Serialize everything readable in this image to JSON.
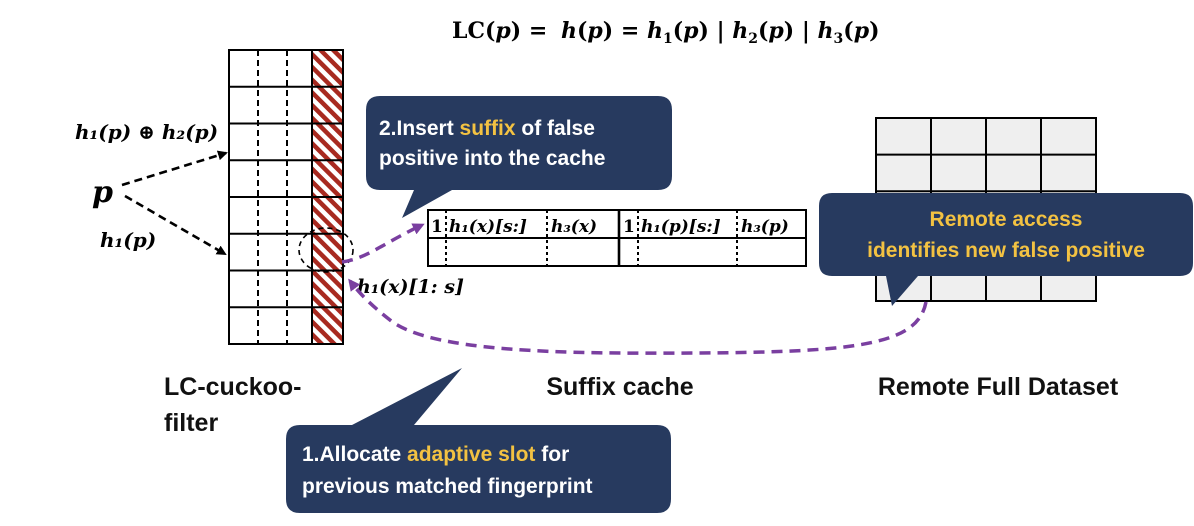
{
  "formula": {
    "lc": "LC(",
    "p": "p",
    "close_eq": ") = ",
    "h": "h",
    "h1": "h",
    "sub1": "1",
    "sub2": "2",
    "sub3": "3",
    "bar": " | "
  },
  "left_labels": {
    "h1_xor_h2": "h₁(p) ⊕ h₂(p)",
    "p": "p",
    "h1p": "h₁(p)",
    "h1x_prefix": "h₁(x)[1: s]"
  },
  "cache_cells": {
    "one": "1",
    "h1x_suffix": "h₁(x)[s:]",
    "h3x": "h₃(x)",
    "h1p_suffix": "h₁(p)[s:]",
    "h3p": "h₃(p)"
  },
  "section_labels": {
    "filter_line1": "LC-cuckoo-",
    "filter_line2": "filter",
    "suffix_cache": "Suffix cache",
    "remote": "Remote Full Dataset"
  },
  "callouts": {
    "insert": {
      "num": "2.",
      "pre": "Insert ",
      "highlight": "suffix",
      "post": " of false",
      "line2": "positive into the cache"
    },
    "remote": {
      "line1": "Remote access",
      "line2": "identifies new false positive"
    },
    "allocate": {
      "num": "1.",
      "pre": "Allocate ",
      "highlight": "adaptive slot",
      "post": " for",
      "line2": "previous matched fingerprint"
    }
  },
  "colors": {
    "callout_bg": "#273a5f",
    "highlight": "#f3c242",
    "hatch": "#a82a20",
    "arrow_dashed": "#7a3fa0",
    "grid_fill": "#efefef"
  }
}
